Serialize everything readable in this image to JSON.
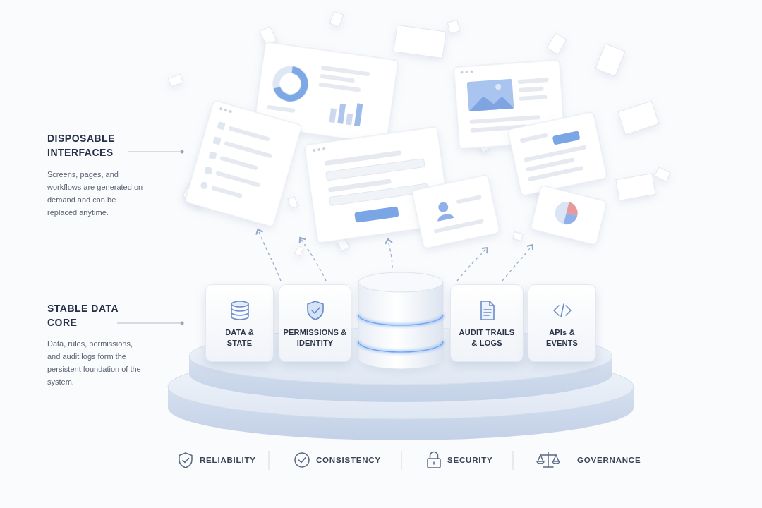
{
  "diagram": {
    "nodes": [
      {
        "text": [
          "DATA & STATE"
        ]
      },
      {
        "text": [
          "PERMISSIONS & IDENTITY"
        ]
      },
      {
        "text": [
          "AUDIT TRAILS & LOGS"
        ]
      },
      {
        "text": [
          "APIs & EVENTS"
        ]
      }
    ],
    "labels": [
      "DISPOSABLE INTERFACES",
      "Screens, pages, and workflows are generated on demand and can be replaced anytime.",
      "STABLE DATA CORE",
      "Data, rules, permissions, and audit logs form the persistent foundation of the system.",
      "RELIABILITY",
      "CONSISTENCY",
      "SECURITY",
      "GOVERNANCE"
    ]
  }
}
